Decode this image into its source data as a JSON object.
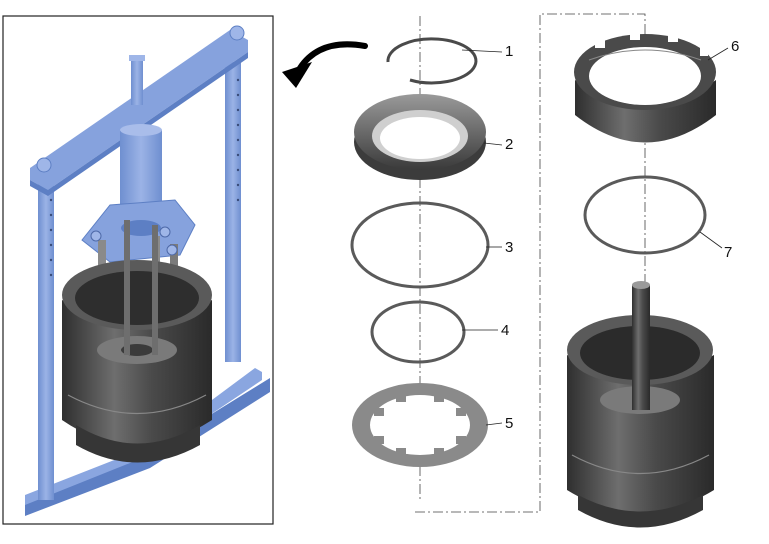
{
  "callouts": [
    {
      "id": "1",
      "label": "1"
    },
    {
      "id": "2",
      "label": "2"
    },
    {
      "id": "3",
      "label": "3"
    },
    {
      "id": "4",
      "label": "4"
    },
    {
      "id": "5",
      "label": "5"
    },
    {
      "id": "6",
      "label": "6"
    },
    {
      "id": "7",
      "label": "7"
    }
  ],
  "colors": {
    "press_blue": "#7f9fdb",
    "press_blue_dark": "#5d7fc4",
    "metal_dark": "#3e3e3e",
    "metal_mid": "#6b6b6b",
    "metal_light": "#a9a9a9",
    "ring_gray": "#8a8a8a"
  },
  "icons": [
    "curved-arrow-icon"
  ]
}
